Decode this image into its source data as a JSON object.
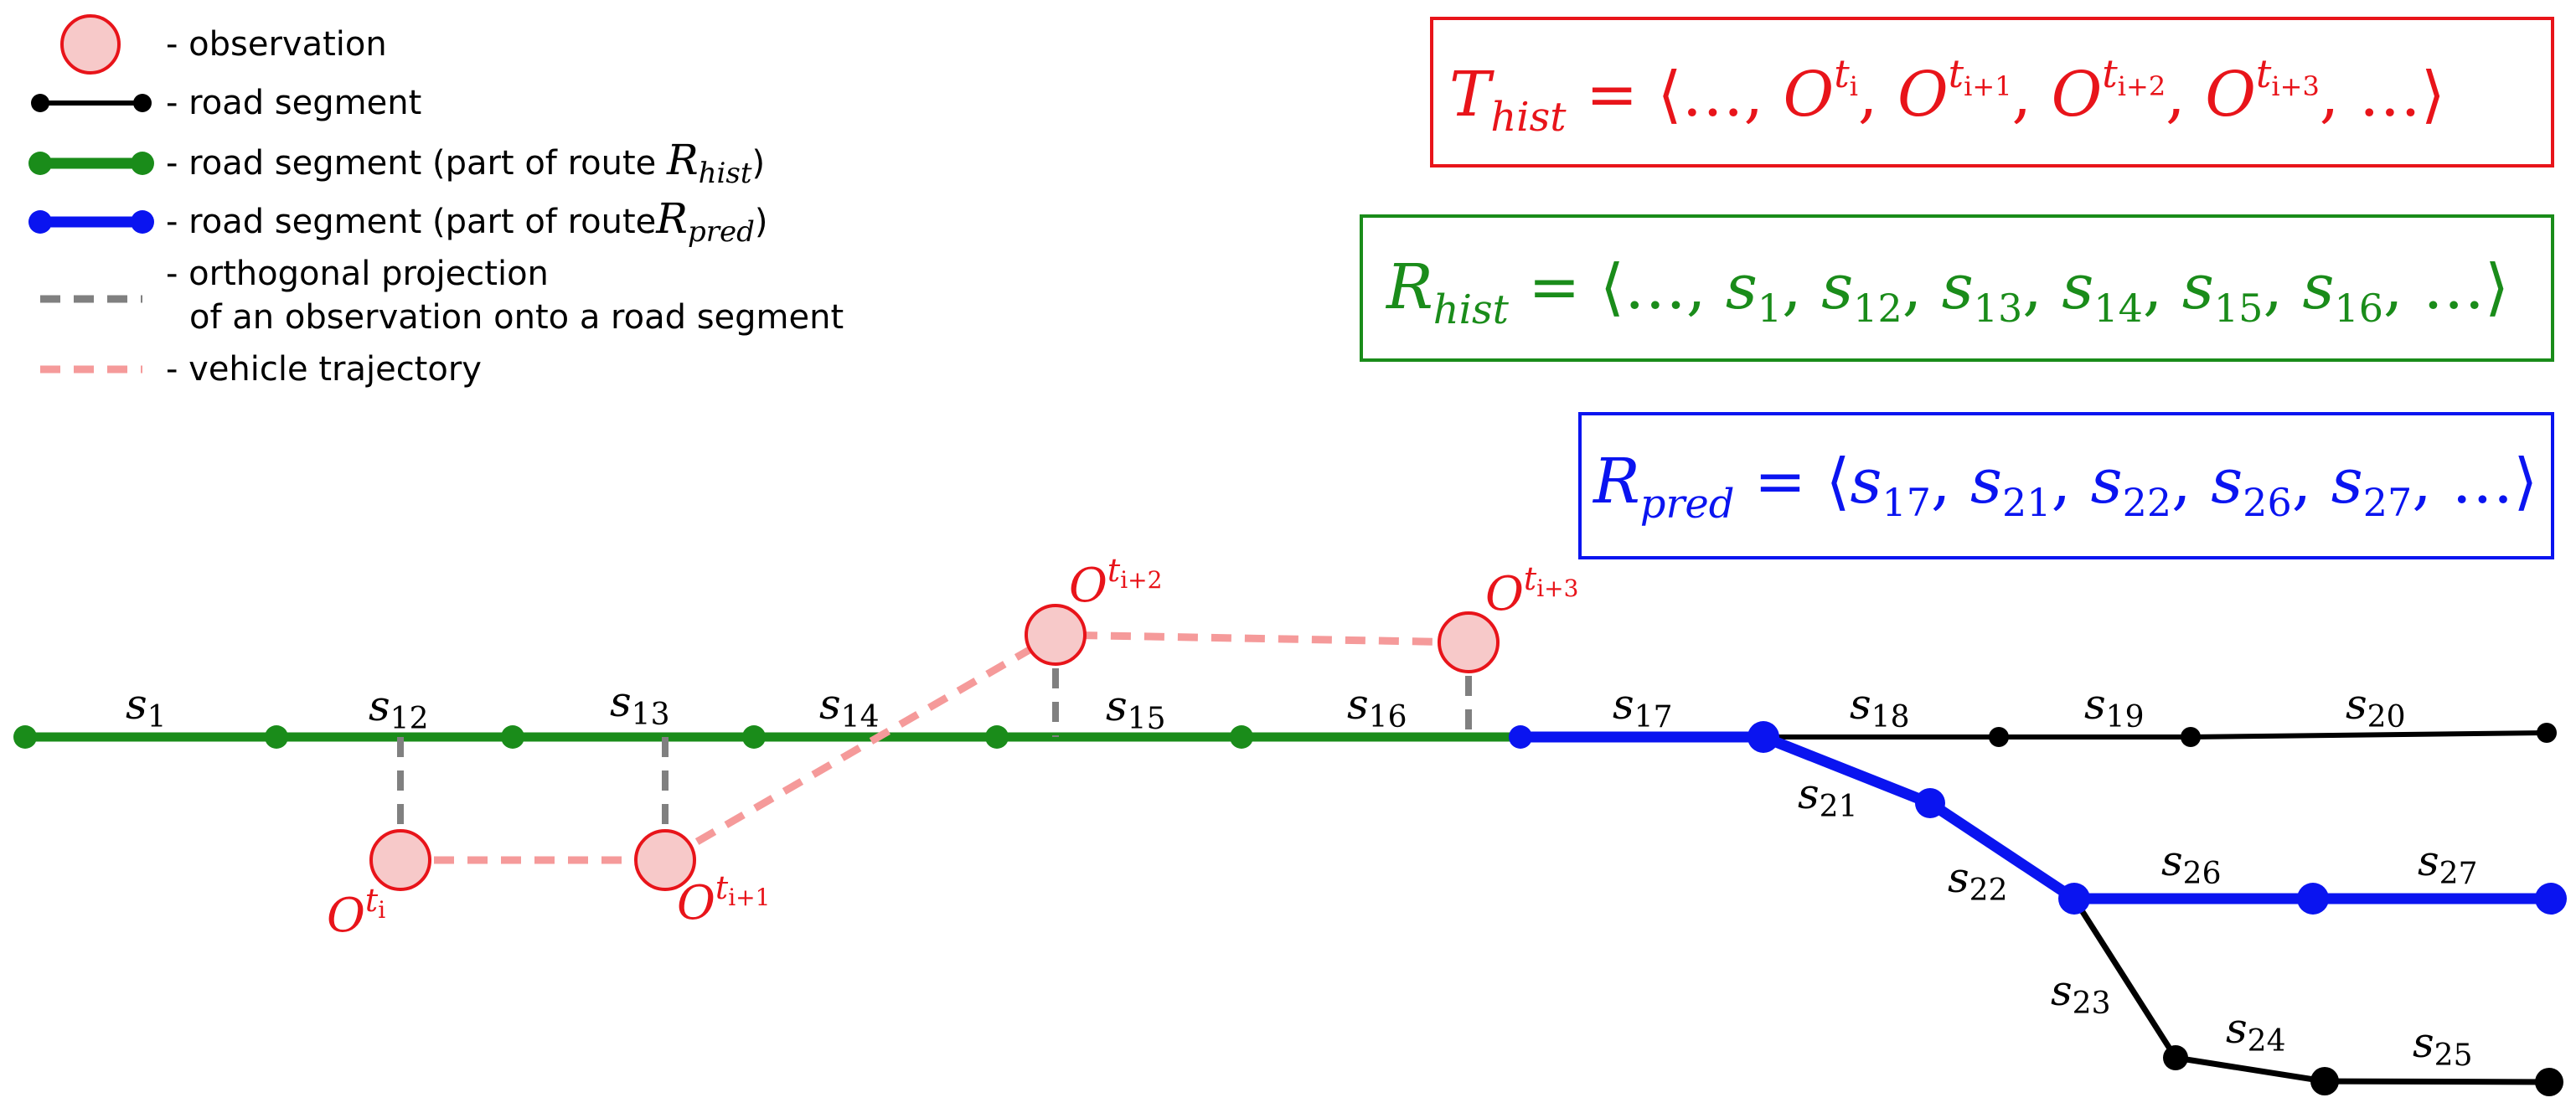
{
  "colors": {
    "observation_fill": "#f7c9c9",
    "observation_stroke": "#e8141a",
    "road": "#000000",
    "hist_route": "#1a8c1a",
    "pred_route": "#0a14f0",
    "projection": "#808080",
    "trajectory": "#f59a9a"
  },
  "legend": {
    "observation": "- observation",
    "road_segment": "- road segment",
    "hist_prefix": "- road segment (part of route ",
    "hist_route_name": "R",
    "hist_route_sub": "hist",
    "pred_prefix": "- road segment (part of route",
    "pred_route_name": "R",
    "pred_route_sub": "pred",
    "close_paren": ")",
    "projection_line1": "- orthogonal projection",
    "projection_line2": "of an observation onto a road segment",
    "trajectory": "- vehicle trajectory"
  },
  "formulas": {
    "t_hist": {
      "lhs": "T",
      "lhs_sub": "hist",
      "rhs": [
        {
          "b": "O",
          "s": "t",
          "ss": "i"
        },
        {
          "b": "O",
          "s": "t",
          "ss": "i+1"
        },
        {
          "b": "O",
          "s": "t",
          "ss": "i+2"
        },
        {
          "b": "O",
          "s": "t",
          "ss": "i+3"
        }
      ]
    },
    "r_hist": {
      "lhs": "R",
      "lhs_sub": "hist",
      "rhs": [
        {
          "b": "s",
          "sub": "1"
        },
        {
          "b": "s",
          "sub": "12"
        },
        {
          "b": "s",
          "sub": "13"
        },
        {
          "b": "s",
          "sub": "14"
        },
        {
          "b": "s",
          "sub": "15"
        },
        {
          "b": "s",
          "sub": "16"
        }
      ]
    },
    "r_pred": {
      "lhs": "R",
      "lhs_sub": "pred",
      "rhs": [
        {
          "b": "s",
          "sub": "17"
        },
        {
          "b": "s",
          "sub": "21"
        },
        {
          "b": "s",
          "sub": "22"
        },
        {
          "b": "s",
          "sub": "26"
        },
        {
          "b": "s",
          "sub": "27"
        }
      ]
    }
  },
  "segments": [
    {
      "id": "s1",
      "base": "s",
      "sub": "1",
      "route": "hist"
    },
    {
      "id": "s12",
      "base": "s",
      "sub": "12",
      "route": "hist"
    },
    {
      "id": "s13",
      "base": "s",
      "sub": "13",
      "route": "hist"
    },
    {
      "id": "s14",
      "base": "s",
      "sub": "14",
      "route": "hist"
    },
    {
      "id": "s15",
      "base": "s",
      "sub": "15",
      "route": "hist"
    },
    {
      "id": "s16",
      "base": "s",
      "sub": "16",
      "route": "hist"
    },
    {
      "id": "s17",
      "base": "s",
      "sub": "17",
      "route": "pred"
    },
    {
      "id": "s18",
      "base": "s",
      "sub": "18",
      "route": "none"
    },
    {
      "id": "s19",
      "base": "s",
      "sub": "19",
      "route": "none"
    },
    {
      "id": "s20",
      "base": "s",
      "sub": "20",
      "route": "none"
    },
    {
      "id": "s21",
      "base": "s",
      "sub": "21",
      "route": "pred"
    },
    {
      "id": "s22",
      "base": "s",
      "sub": "22",
      "route": "pred"
    },
    {
      "id": "s23",
      "base": "s",
      "sub": "23",
      "route": "none"
    },
    {
      "id": "s24",
      "base": "s",
      "sub": "24",
      "route": "none"
    },
    {
      "id": "s25",
      "base": "s",
      "sub": "25",
      "route": "none"
    },
    {
      "id": "s26",
      "base": "s",
      "sub": "26",
      "route": "pred"
    },
    {
      "id": "s27",
      "base": "s",
      "sub": "27",
      "route": "pred"
    }
  ],
  "observations": [
    {
      "id": "o1",
      "base": "O",
      "sup": "t",
      "supsub": "i"
    },
    {
      "id": "o2",
      "base": "O",
      "sup": "t",
      "supsub": "i+1"
    },
    {
      "id": "o3",
      "base": "O",
      "sup": "t",
      "supsub": "i+2"
    },
    {
      "id": "o4",
      "base": "O",
      "sup": "t",
      "supsub": "i+3"
    }
  ]
}
